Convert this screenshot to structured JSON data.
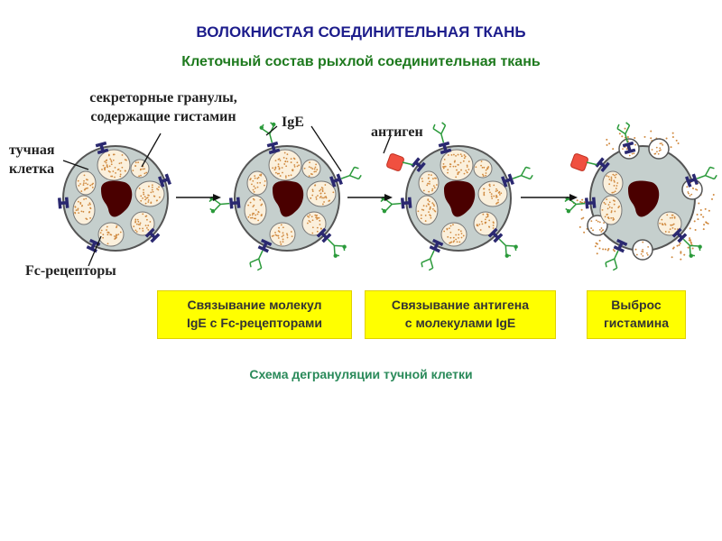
{
  "title": "ВОЛОКНИСТАЯ СОЕДИНИТЕЛЬНАЯ ТКАНЬ",
  "subtitle": "Клеточный состав рыхлой соединительная ткань",
  "labels": {
    "granules_line1": "секреторные гранулы,",
    "granules_line2": "содержащие гистамин",
    "ige": "IgE",
    "mast_cell_line1": "тучная",
    "mast_cell_line2": "клетка",
    "fc_receptors": "Fc-рецепторы",
    "antigen": "антиген"
  },
  "steps": [
    {
      "line1": "Связывание молекул",
      "line2": "IgE с Fc-рецепторами"
    },
    {
      "line1": "Связывание антигена",
      "line2": "с молекулами IgE"
    },
    {
      "line1": "Выброс",
      "line2": "гистамина"
    }
  ],
  "caption": "Схема дегрануляции тучной клетки",
  "colors": {
    "cell": "#c5cfcd",
    "nucleus": "#4a0000",
    "granule": "#fbf0dc",
    "granule_dots": "#d08a40",
    "receptor": "#2a2870",
    "ige": "#2a9a3a",
    "antigen": "#f05040",
    "step_box": "#ffff00"
  }
}
